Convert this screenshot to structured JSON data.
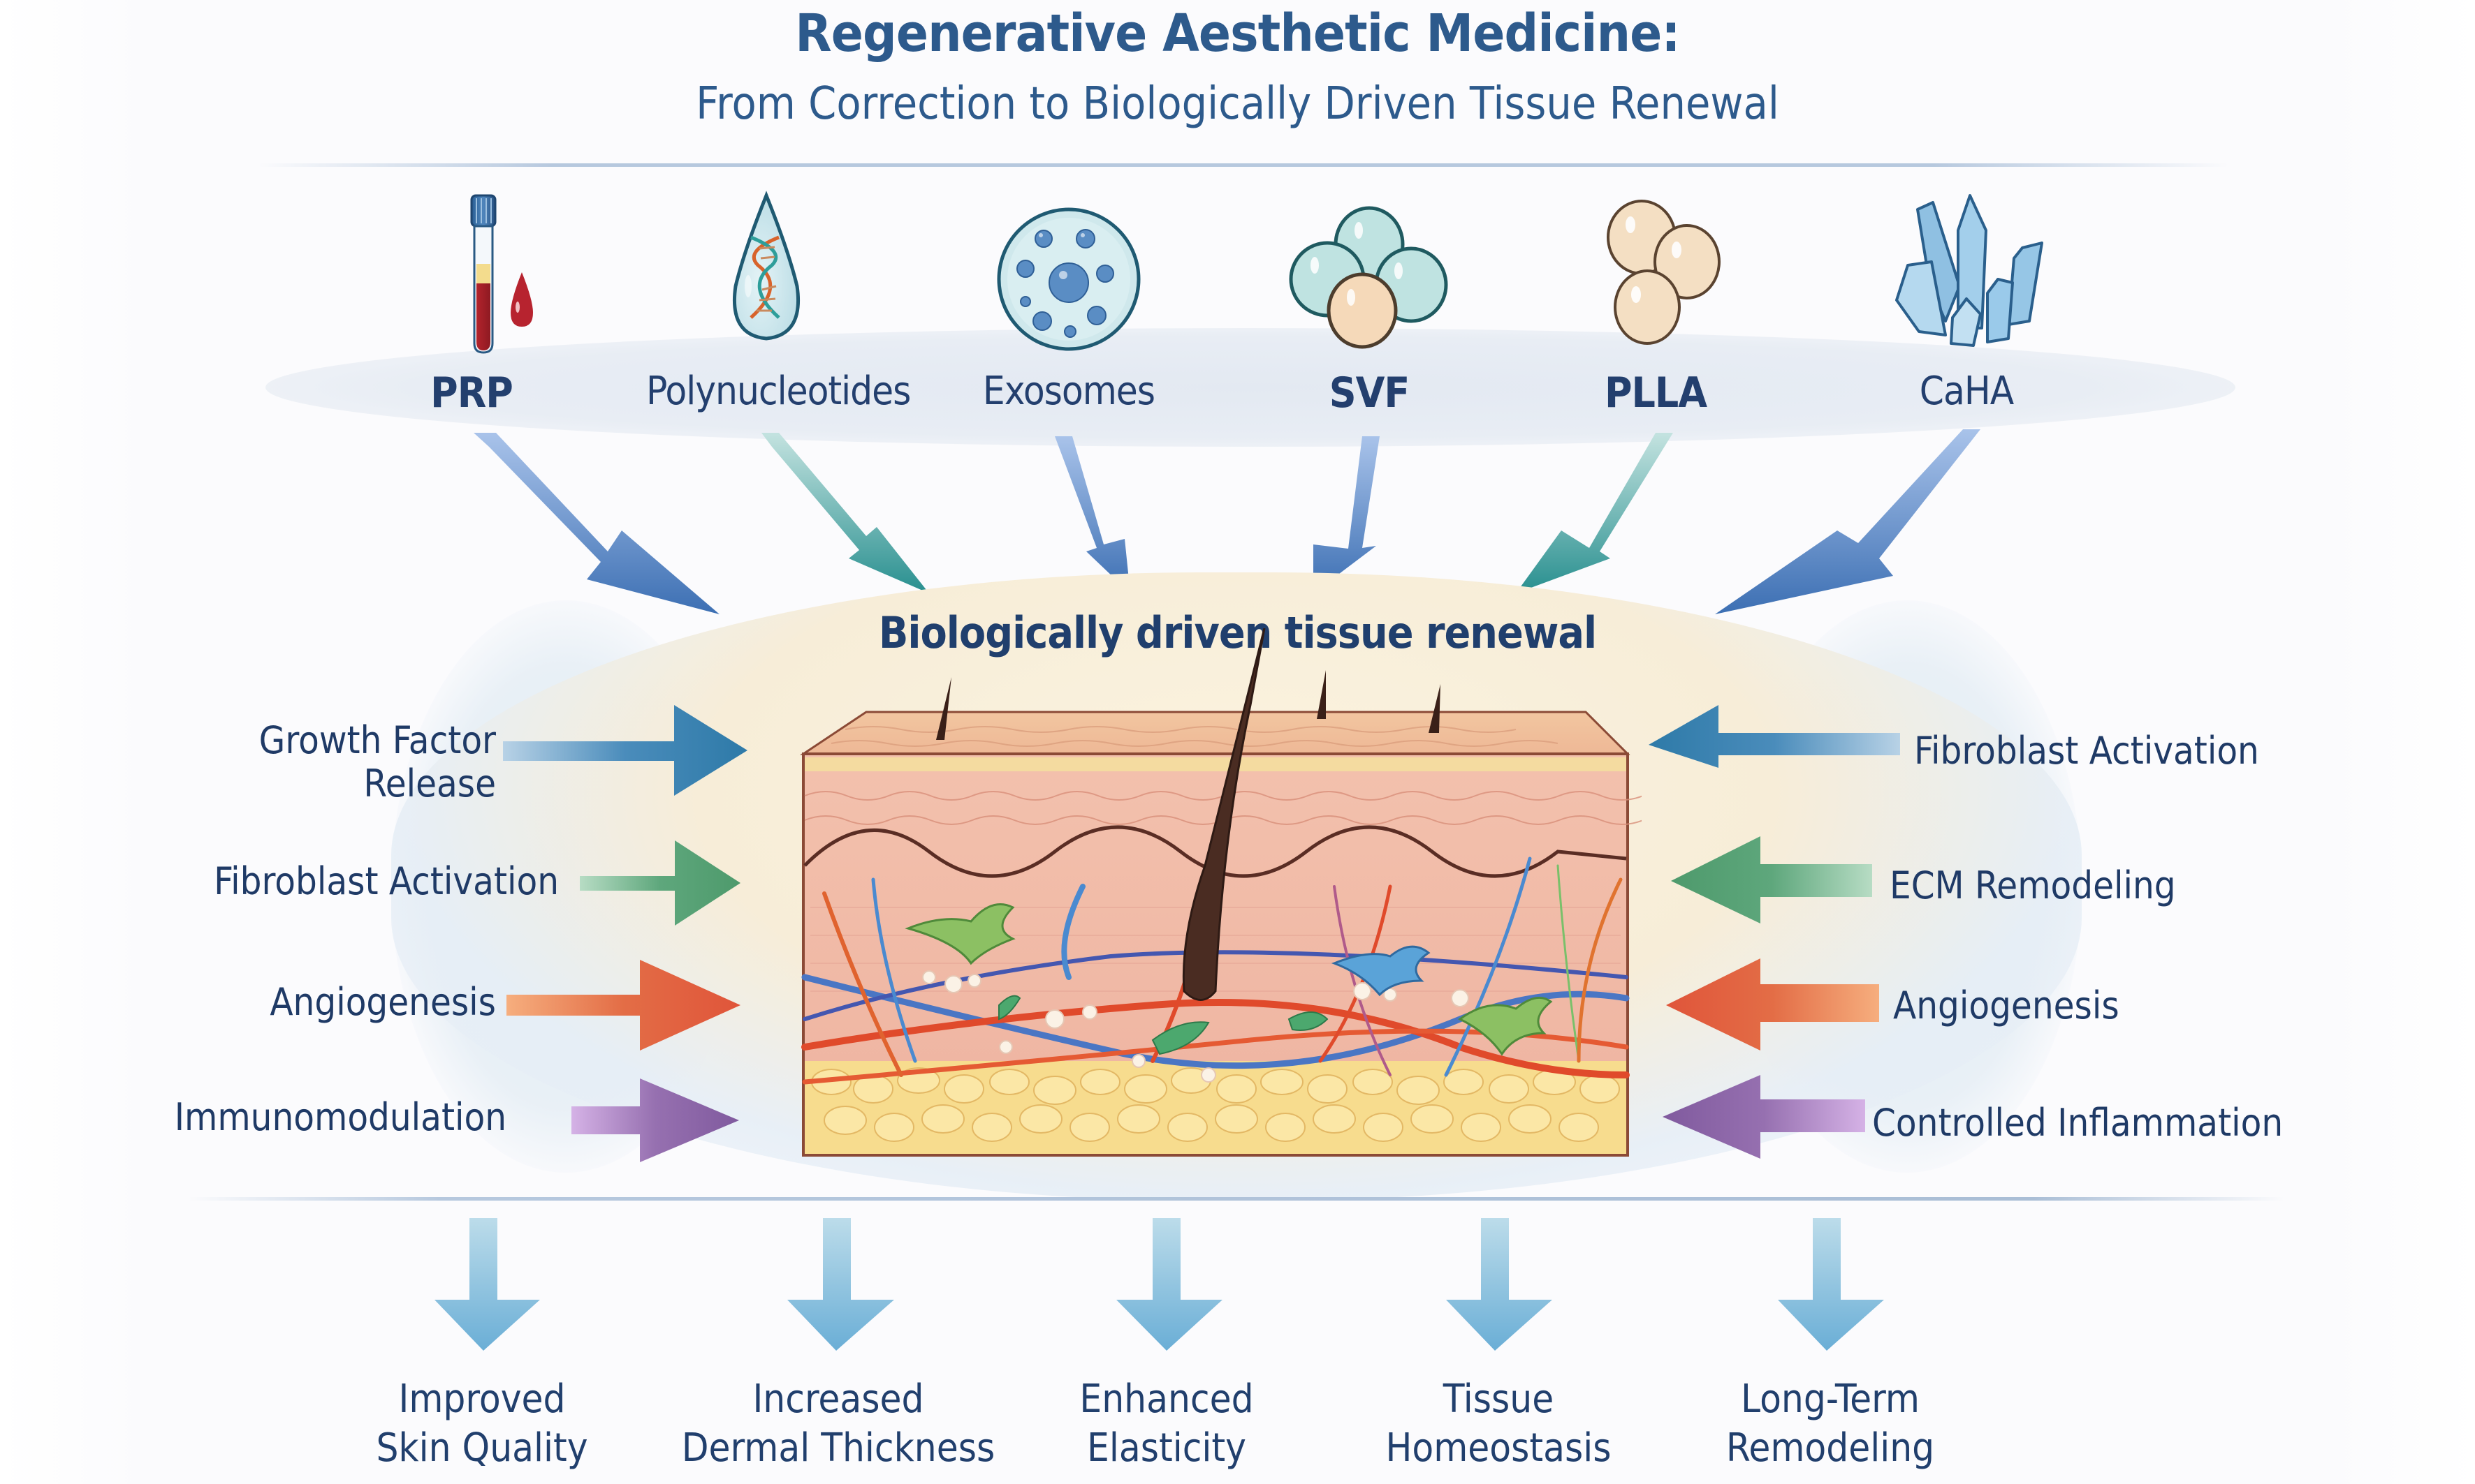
{
  "title": "Regenerative Aesthetic Medicine:",
  "subtitle": "From Correction to Biologically Driven Tissue Renewal",
  "agents": [
    {
      "label": "PRP",
      "icon": "blood-tube-icon"
    },
    {
      "label": "Polynucleotides",
      "icon": "dna-droplet-icon"
    },
    {
      "label": "Exosomes",
      "icon": "vesicle-cell-icon"
    },
    {
      "label": "SVF",
      "icon": "stem-cell-cluster-icon"
    },
    {
      "label": "PLLA",
      "icon": "microsphere-icon"
    },
    {
      "label": "CaHA",
      "icon": "crystal-icon"
    }
  ],
  "center": {
    "label": "Biologically driven tissue renewal",
    "illustration": "skin-cross-section"
  },
  "mechanisms_left": [
    {
      "label": "Growth Factor\nRelease",
      "color": "#2e7aa8"
    },
    {
      "label": "Fibroblast Activation",
      "color": "#4e9a6c"
    },
    {
      "label": "Angiogenesis",
      "color": "#e0553a"
    },
    {
      "label": "Immunomodulation",
      "color": "#805a9e"
    }
  ],
  "mechanisms_right": [
    {
      "label": "Fibroblast Activation",
      "color": "#2e7aa8"
    },
    {
      "label": "ECM Remodeling",
      "color": "#4e9a6c"
    },
    {
      "label": "Angiogenesis",
      "color": "#e0553a"
    },
    {
      "label": "Controlled Inflammation",
      "color": "#805a9e"
    }
  ],
  "outcomes": [
    {
      "label": "Improved\nSkin Quality"
    },
    {
      "label": "Increased\nDermal Thickness"
    },
    {
      "label": "Enhanced\nElasticity"
    },
    {
      "label": "Tissue\nHomeostasis"
    },
    {
      "label": "Long-Term\nRemodeling"
    }
  ],
  "colors": {
    "title": "#2d5a8c",
    "text": "#1f3d6b",
    "arrow_blue": "#3f72b5",
    "arrow_teal": "#2e9393",
    "outcome_arrow": "#6aaed6"
  }
}
